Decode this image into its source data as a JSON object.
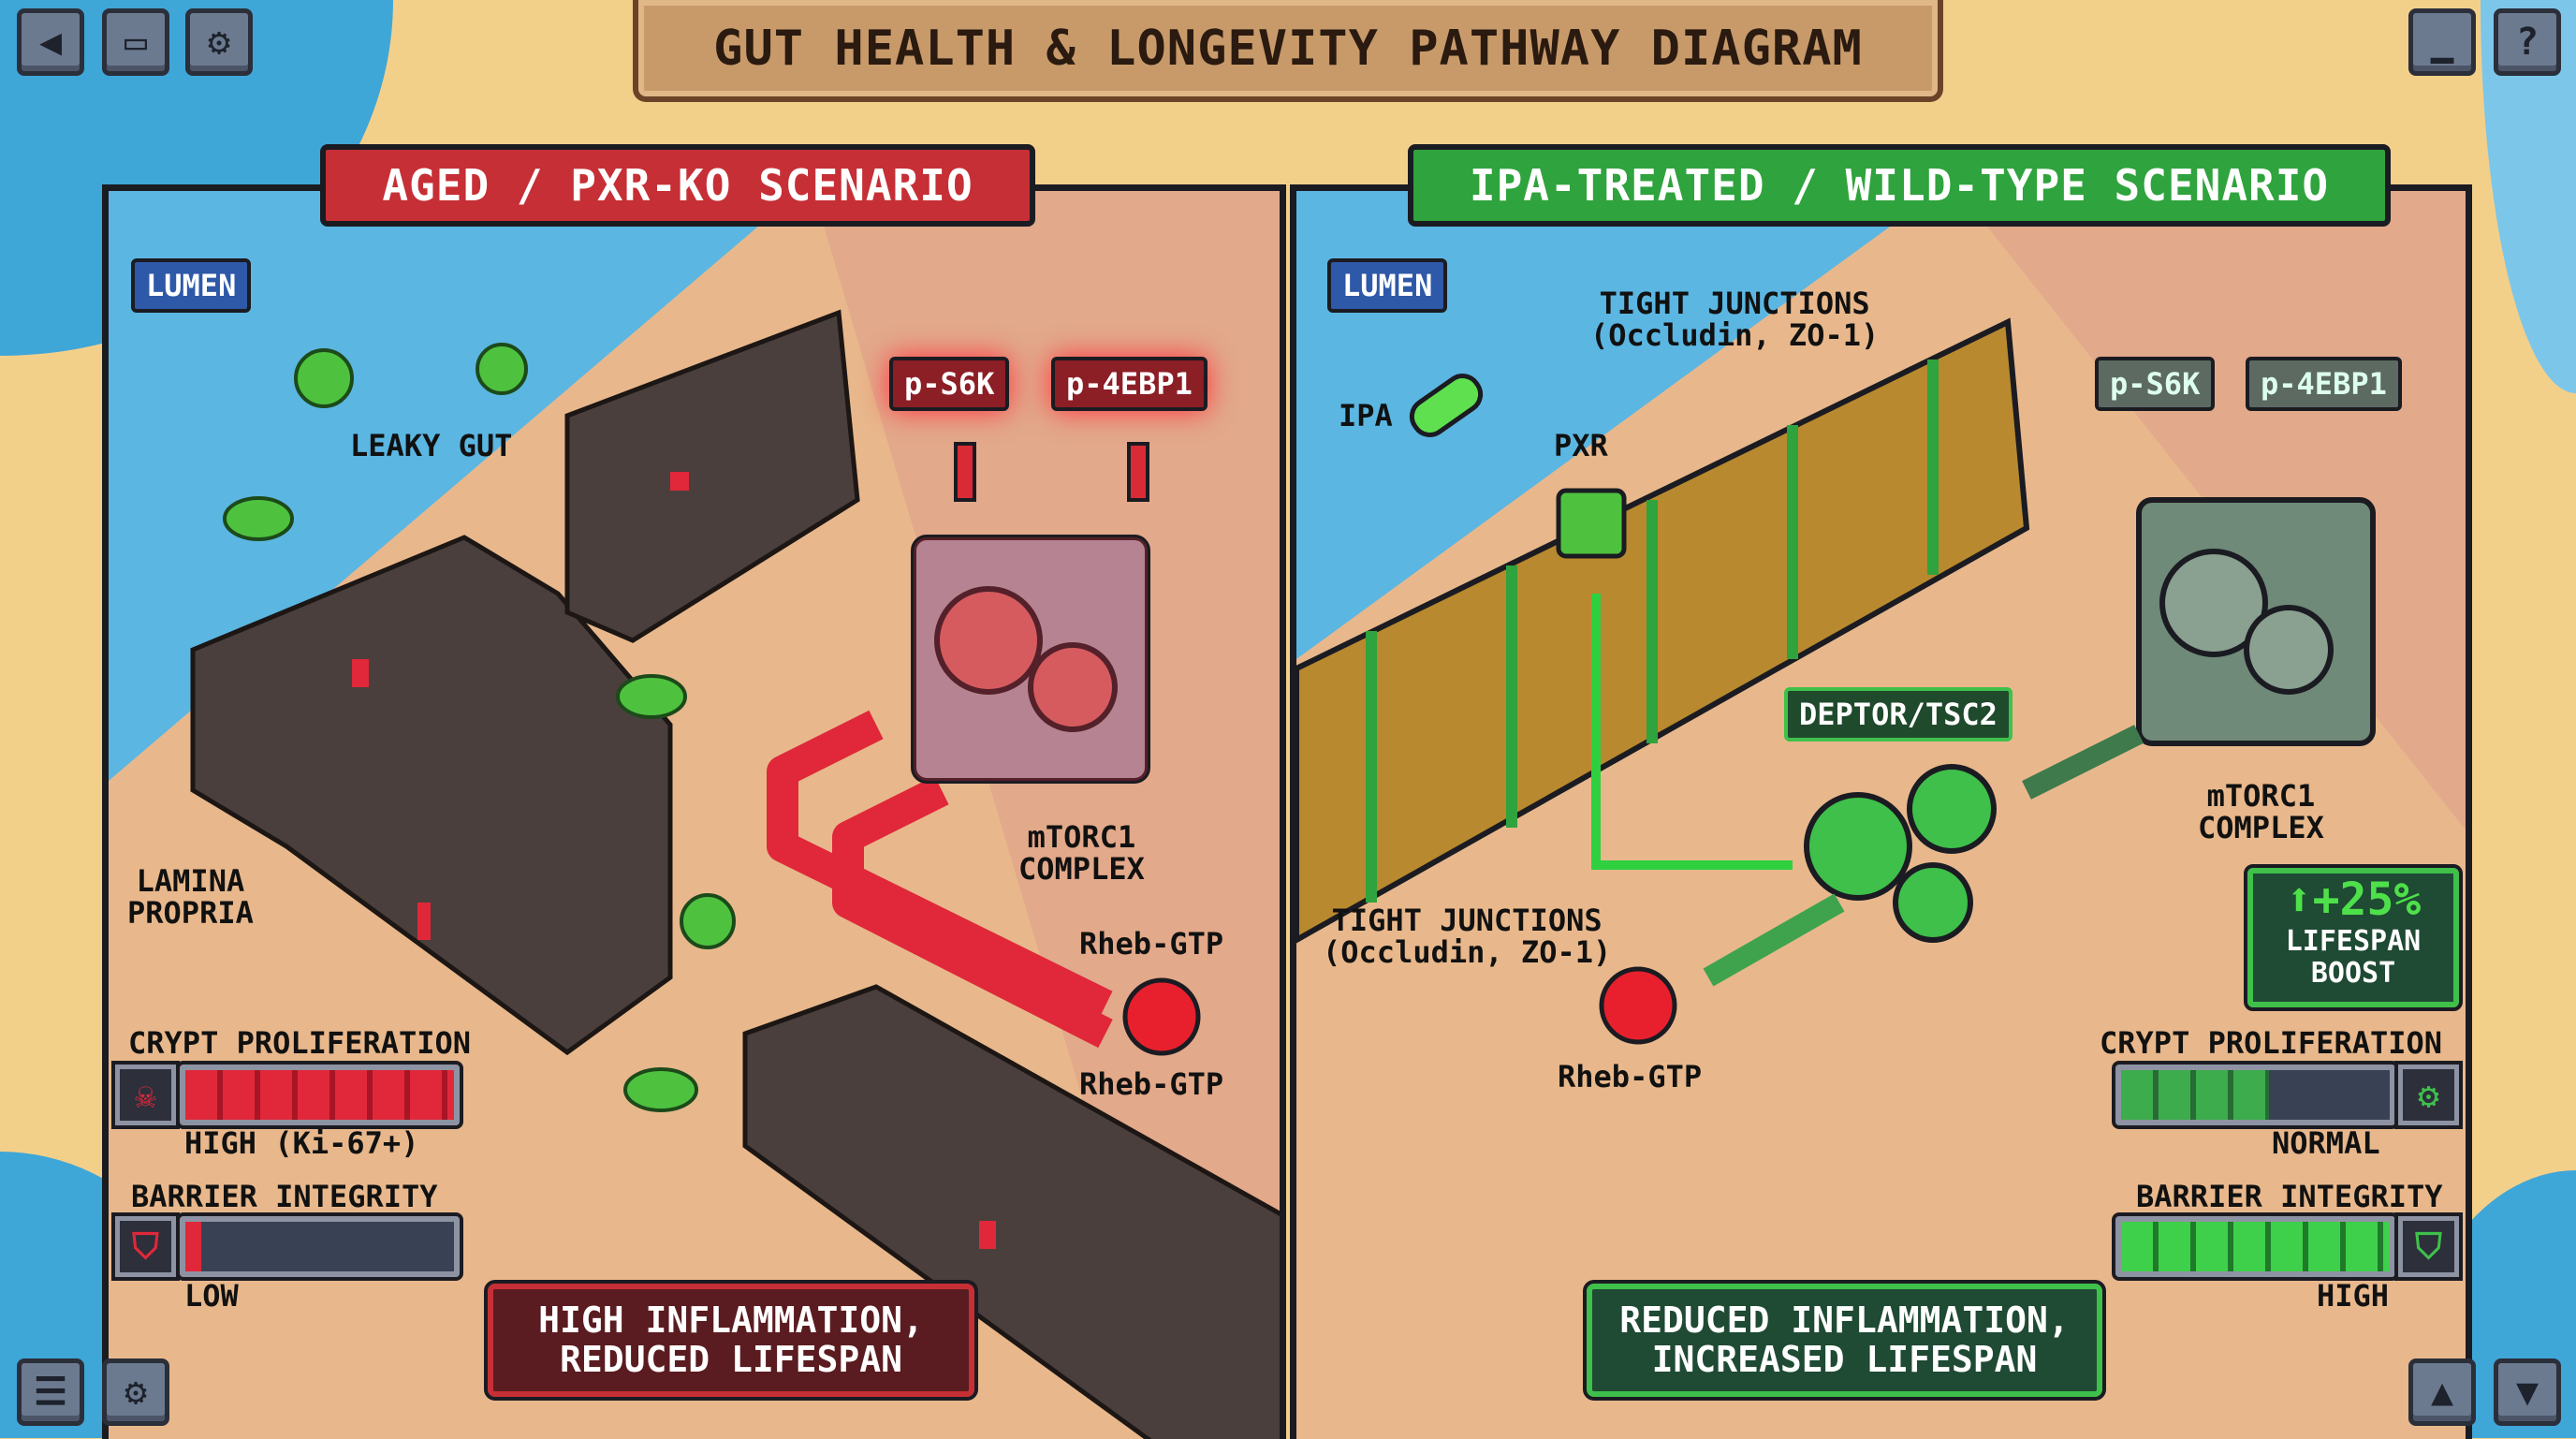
{
  "title": "GUT HEALTH & LONGEVITY PATHWAY DIAGRAM",
  "toolbar": {
    "top_left": [
      "sound-icon",
      "gamepad-icon",
      "gear-icon"
    ],
    "top_right": [
      "minimize-icon",
      "help-icon"
    ],
    "bottom_left": [
      "menu-icon",
      "gear-icon"
    ],
    "bottom_right": [
      "up-arrow-icon",
      "down-arrow-icon"
    ],
    "help_glyph": "?"
  },
  "left": {
    "header": "AGED / PXR-KO SCENARIO",
    "lumen": "LUMEN",
    "leaky_gut": "LEAKY GUT",
    "lamina_propria": "LAMINA\nPROPRIA",
    "p_s6k": "p-S6K",
    "p_4ebp1": "p-4EBP1",
    "mtorc1": "mTORC1\nCOMPLEX",
    "rheb_top": "Rheb-GTP",
    "rheb_bottom": "Rheb-GTP",
    "crypt": {
      "label": "CRYPT PROLIFERATION",
      "status": "HIGH (Ki-67+)",
      "level_pct": 100
    },
    "barrier": {
      "label": "BARRIER INTEGRITY",
      "status": "LOW",
      "level_pct": 6
    },
    "outcome": "HIGH INFLAMMATION,\nREDUCED LIFESPAN",
    "accent": "#d92b35"
  },
  "right": {
    "header": "IPA-TREATED / WILD-TYPE SCENARIO",
    "lumen": "LUMEN",
    "tight_top": "TIGHT JUNCTIONS\n(Occludin, ZO-1)",
    "tight_bottom": "TIGHT JUNCTIONS\n(Occludin, ZO-1)",
    "ipa": "IPA",
    "pxr": "PXR",
    "p_s6k": "p-S6K",
    "p_4ebp1": "p-4EBP1",
    "deptor": "DEPTOR/TSC2",
    "mtorc1": "mTORC1\nCOMPLEX",
    "rheb": "Rheb-GTP",
    "boost": {
      "value": "+25%",
      "label": "LIFESPAN\nBOOST"
    },
    "crypt": {
      "label": "CRYPT PROLIFERATION",
      "status": "NORMAL",
      "level_pct": 55
    },
    "barrier": {
      "label": "BARRIER INTEGRITY",
      "status": "HIGH",
      "level_pct": 100
    },
    "outcome": "REDUCED INFLAMMATION,\nINCREASED LIFESPAN",
    "accent": "#2fa33d"
  }
}
